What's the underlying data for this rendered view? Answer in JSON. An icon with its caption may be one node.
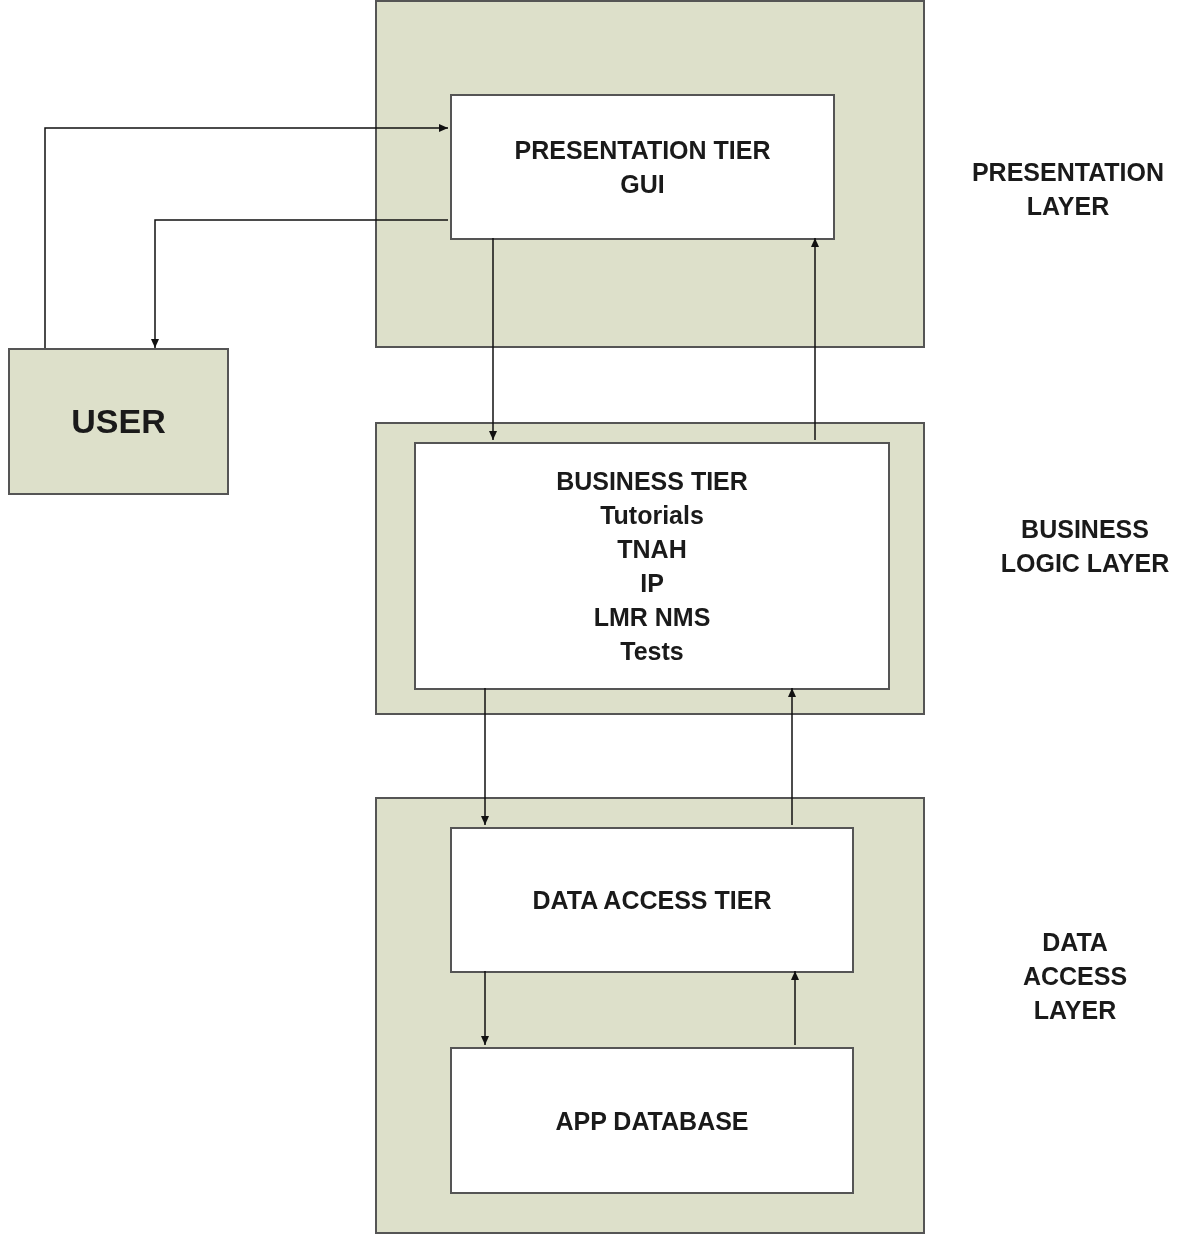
{
  "diagram": {
    "nodes": [
      {
        "text": [],
        "shape": "box",
        "beside": [
          "PRESENTATION LAYER"
        ]
      },
      {
        "text": [
          "PRESENTATION TIER",
          "GUI"
        ],
        "in": 0
      },
      {
        "text": [
          "USER"
        ]
      },
      {
        "text": [],
        "shape": "box",
        "beside": [
          "BUSINESS LOGIC LAYER"
        ]
      },
      {
        "text": [
          "BUSINESS TIER",
          "Tutorials",
          "TNAH",
          "IP",
          "LMR NMS",
          "Tests"
        ],
        "in": 3
      },
      {
        "text": [],
        "shape": "box",
        "beside": [
          "DATA ACCESS LAYER"
        ]
      },
      {
        "text": [
          "DATA ACCESS TIER"
        ],
        "in": 5
      },
      {
        "text": [
          "APP DATABASE"
        ],
        "in": 5
      }
    ],
    "edges": [
      {
        "from": 2,
        "to": 1,
        "arrow": "to"
      },
      {
        "from": 1,
        "to": 2,
        "arrow": "to"
      },
      {
        "from": 1,
        "to": 4,
        "arrow": "to"
      },
      {
        "from": 4,
        "to": 1,
        "arrow": "to"
      },
      {
        "from": 4,
        "to": 6,
        "arrow": "to"
      },
      {
        "from": 6,
        "to": 4,
        "arrow": "to"
      },
      {
        "from": 6,
        "to": 7,
        "arrow": "to"
      },
      {
        "from": 7,
        "to": 6,
        "arrow": "to"
      }
    ]
  }
}
